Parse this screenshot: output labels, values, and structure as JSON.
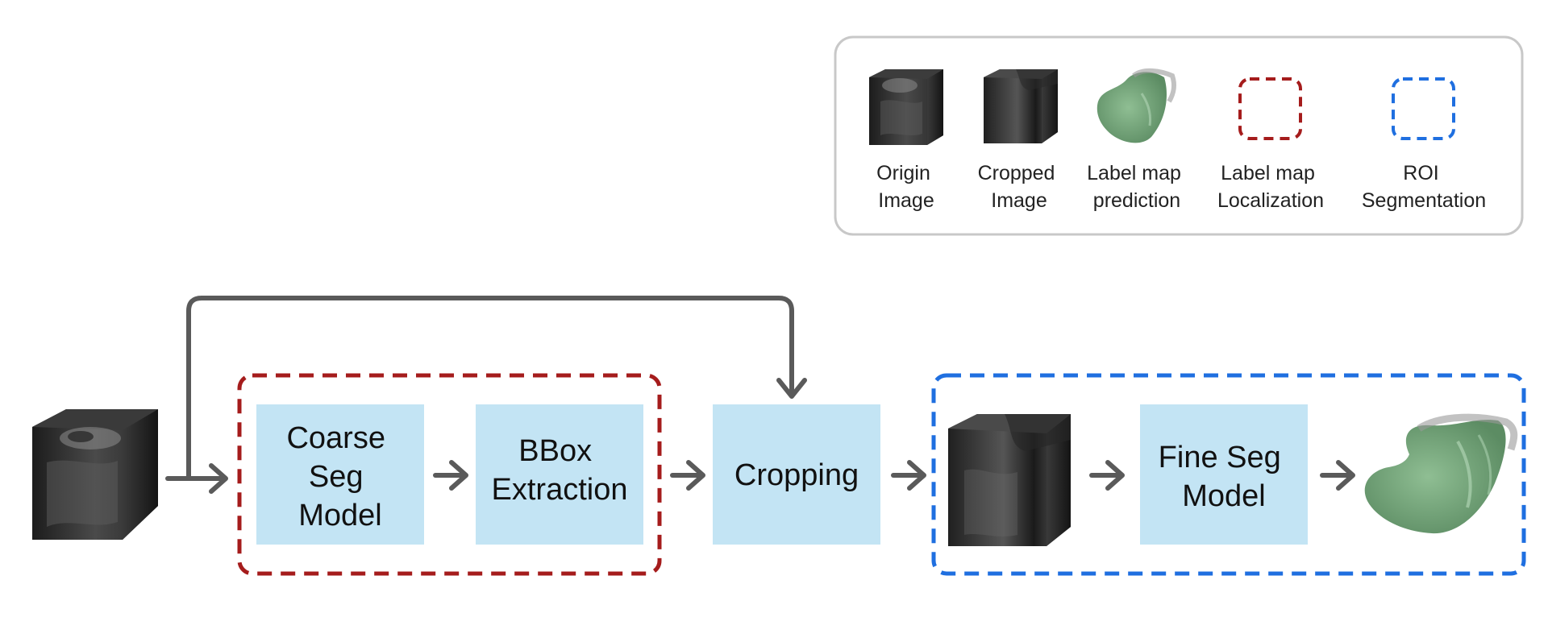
{
  "legend": {
    "items": [
      {
        "icon": "origin-image-cube-icon",
        "lines": [
          "Origin",
          "Image"
        ]
      },
      {
        "icon": "cropped-image-cube-icon",
        "lines": [
          "Cropped",
          "Image"
        ]
      },
      {
        "icon": "label-map-blob-icon",
        "lines": [
          "Label map",
          "prediction"
        ]
      },
      {
        "icon": "red-dashed-square-icon",
        "lines": [
          "Label map",
          "Localization"
        ]
      },
      {
        "icon": "blue-dashed-square-icon",
        "lines": [
          "ROI",
          "Segmentation"
        ]
      }
    ]
  },
  "pipeline": {
    "coarse_seg": [
      "Coarse",
      "Seg",
      "Model"
    ],
    "bbox": [
      "BBox",
      "Extraction"
    ],
    "cropping": [
      "Cropping"
    ],
    "fine_seg": [
      "Fine Seg",
      "Model"
    ]
  },
  "colors": {
    "process_box": "#c3e4f4",
    "localization_dash": "#a51c1c",
    "segmentation_dash": "#1f6fe0",
    "arrow": "#5a5a5a",
    "legend_border": "#c8c8c8",
    "label_map_green": "#74a37c"
  }
}
